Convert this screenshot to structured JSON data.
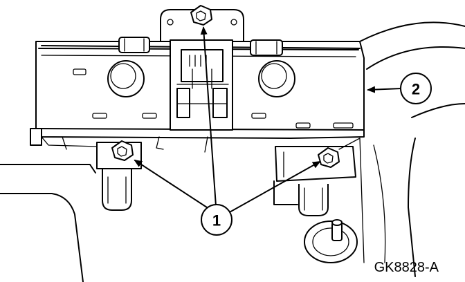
{
  "figure_code": "GK8828-A",
  "callouts": [
    {
      "id": "1",
      "text": "1"
    },
    {
      "id": "2",
      "text": "2"
    }
  ]
}
